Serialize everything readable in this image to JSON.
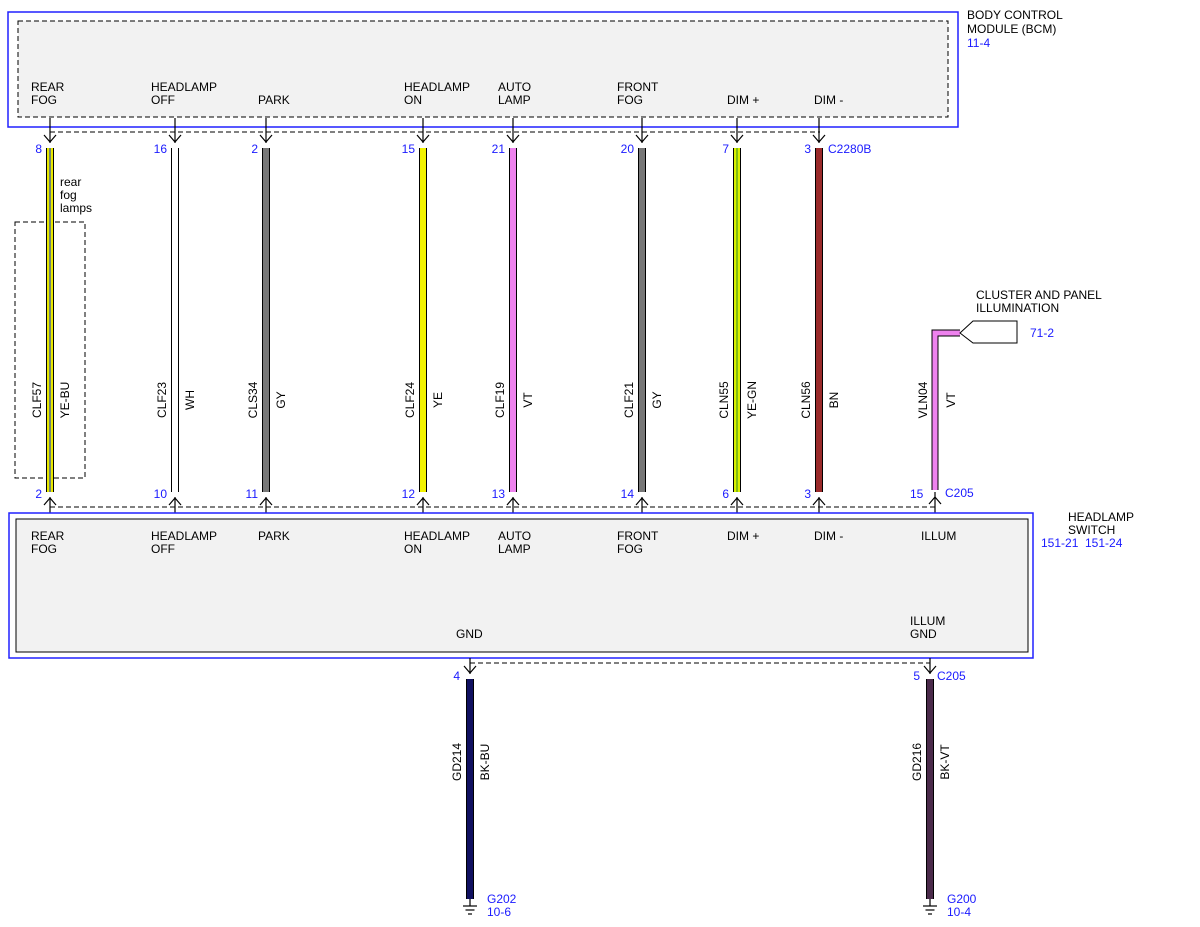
{
  "bcm": {
    "title_line1": "BODY CONTROL",
    "title_line2": "MODULE (BCM)",
    "ref": "11-4",
    "connector": "C2280B",
    "pins": [
      {
        "l1": "REAR",
        "l2": "FOG"
      },
      {
        "l1": "HEADLAMP",
        "l2": "OFF"
      },
      {
        "l1": "PARK",
        "l2": ""
      },
      {
        "l1": "HEADLAMP",
        "l2": "ON"
      },
      {
        "l1": "AUTO",
        "l2": "LAMP"
      },
      {
        "l1": "FRONT",
        "l2": "FOG"
      },
      {
        "l1": "DIM +",
        "l2": ""
      },
      {
        "l1": "DIM -",
        "l2": ""
      }
    ]
  },
  "switch": {
    "title_line1": "HEADLAMP",
    "title_line2": "SWITCH",
    "ref1": "151-21",
    "ref2": "151-24",
    "connector_top": "C205",
    "connector_bottom": "C205",
    "pins": [
      {
        "l1": "REAR",
        "l2": "FOG"
      },
      {
        "l1": "HEADLAMP",
        "l2": "OFF"
      },
      {
        "l1": "PARK",
        "l2": ""
      },
      {
        "l1": "HEADLAMP",
        "l2": "ON"
      },
      {
        "l1": "AUTO",
        "l2": "LAMP"
      },
      {
        "l1": "FRONT",
        "l2": "FOG"
      },
      {
        "l1": "DIM +",
        "l2": ""
      },
      {
        "l1": "DIM -",
        "l2": ""
      },
      {
        "l1": "ILLUM",
        "l2": ""
      }
    ],
    "gnd_label": "GND",
    "illum_gnd_l1": "ILLUM",
    "illum_gnd_l2": "GND"
  },
  "wires": [
    {
      "circuit": "CLF57",
      "color_code": "YE-BU",
      "top_pin": "8",
      "bottom_pin": "2",
      "color": "#e8e800",
      "stripe": "#1f3fbf"
    },
    {
      "circuit": "CLF23",
      "color_code": "WH",
      "top_pin": "16",
      "bottom_pin": "10",
      "color": "#ffffff",
      "stripe": ""
    },
    {
      "circuit": "CLS34",
      "color_code": "GY",
      "top_pin": "2",
      "bottom_pin": "11",
      "color": "#777777",
      "stripe": ""
    },
    {
      "circuit": "CLF24",
      "color_code": "YE",
      "top_pin": "15",
      "bottom_pin": "12",
      "color": "#f2f200",
      "stripe": ""
    },
    {
      "circuit": "CLF19",
      "color_code": "VT",
      "top_pin": "21",
      "bottom_pin": "13",
      "color": "#ee82ee",
      "stripe": ""
    },
    {
      "circuit": "CLF21",
      "color_code": "GY",
      "top_pin": "20",
      "bottom_pin": "14",
      "color": "#777777",
      "stripe": ""
    },
    {
      "circuit": "CLN55",
      "color_code": "YE-GN",
      "top_pin": "7",
      "bottom_pin": "6",
      "color": "#d8f000",
      "stripe": "#4a9a1a"
    },
    {
      "circuit": "CLN56",
      "color_code": "BN",
      "top_pin": "3",
      "bottom_pin": "3",
      "color": "#9a2a2a",
      "stripe": ""
    }
  ],
  "illum_wire": {
    "circuit": "VLN04",
    "color_code": "VT",
    "pin": "15",
    "color": "#ee82ee"
  },
  "cluster": {
    "line1": "CLUSTER AND PANEL",
    "line2": "ILLUMINATION",
    "ref": "71-2"
  },
  "rear_fog": {
    "line1": "rear",
    "line2": "fog",
    "line3": "lamps"
  },
  "grounds": [
    {
      "circuit": "GD214",
      "color_code": "BK-BU",
      "pin": "4",
      "ground": "G202",
      "ref": "10-6",
      "color": "#101060"
    },
    {
      "circuit": "GD216",
      "color_code": "BK-VT",
      "pin": "5",
      "ground": "G200",
      "ref": "10-4",
      "color": "#4a2a4a"
    }
  ]
}
